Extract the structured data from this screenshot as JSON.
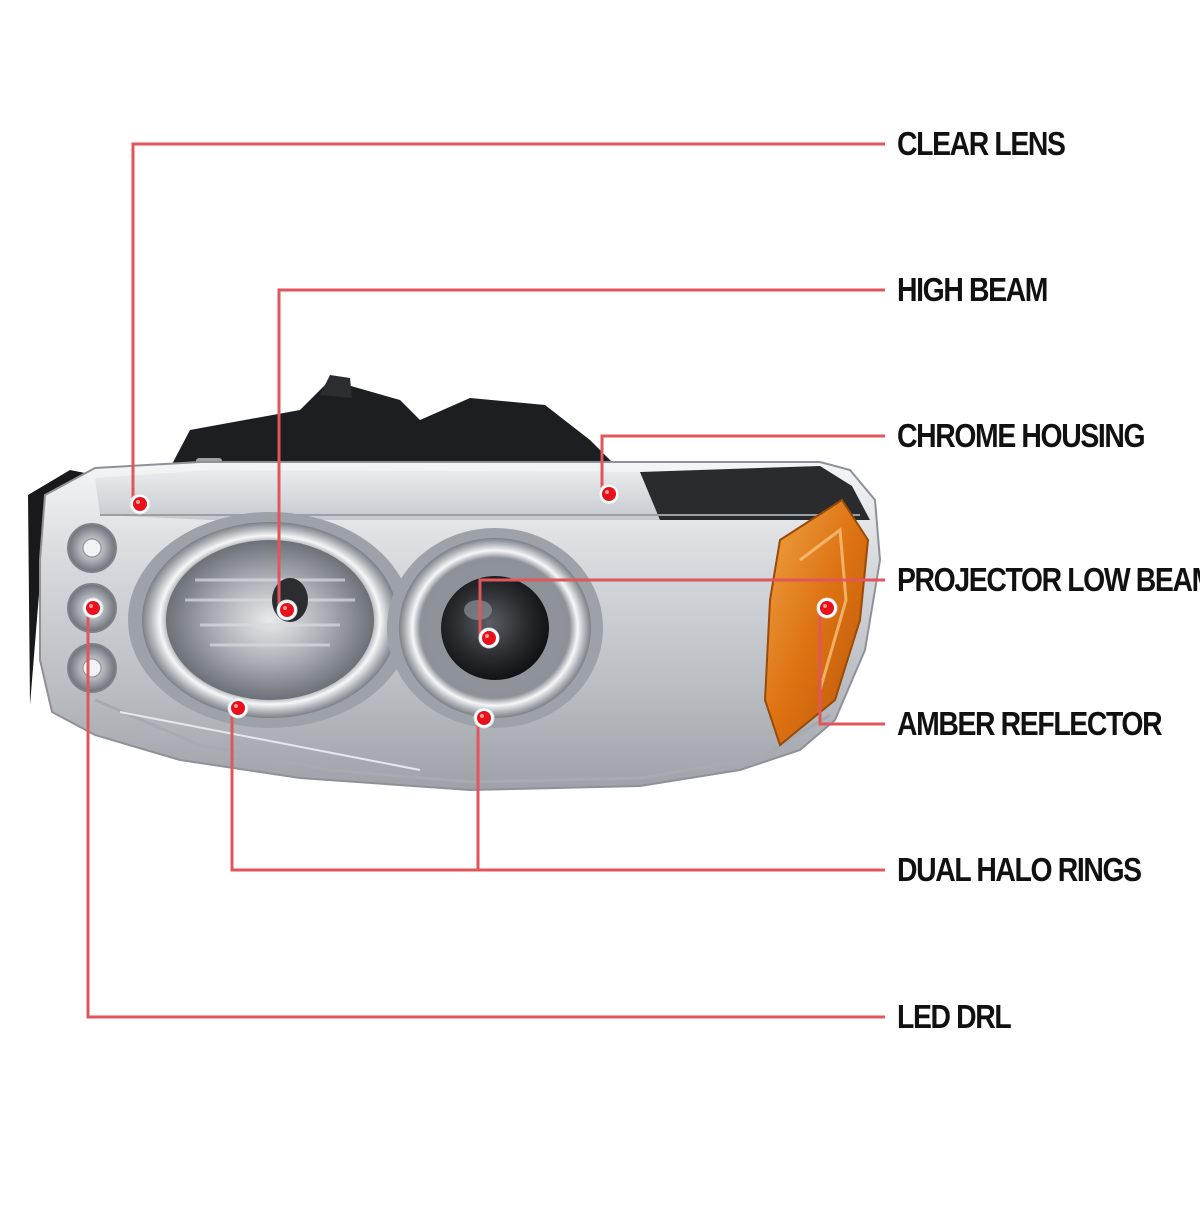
{
  "colors": {
    "callout_line": "#e0565b",
    "callout_dot": "#e8101a",
    "label_text": "#111111",
    "chrome": "#c9ccd0",
    "housing_black": "#1b1b1d",
    "amber": "#e07a1a"
  },
  "callouts": [
    {
      "id": "clear-lens",
      "label": "CLEAR LENS"
    },
    {
      "id": "high-beam",
      "label": "HIGH BEAM"
    },
    {
      "id": "chrome-housing",
      "label": "CHROME HOUSING"
    },
    {
      "id": "projector-low-beam",
      "label": "PROJECTOR LOW BEAM"
    },
    {
      "id": "amber-reflector",
      "label": "AMBER REFLECTOR"
    },
    {
      "id": "dual-halo-rings",
      "label": "DUAL HALO RINGS"
    },
    {
      "id": "led-drl",
      "label": "LED DRL"
    }
  ]
}
